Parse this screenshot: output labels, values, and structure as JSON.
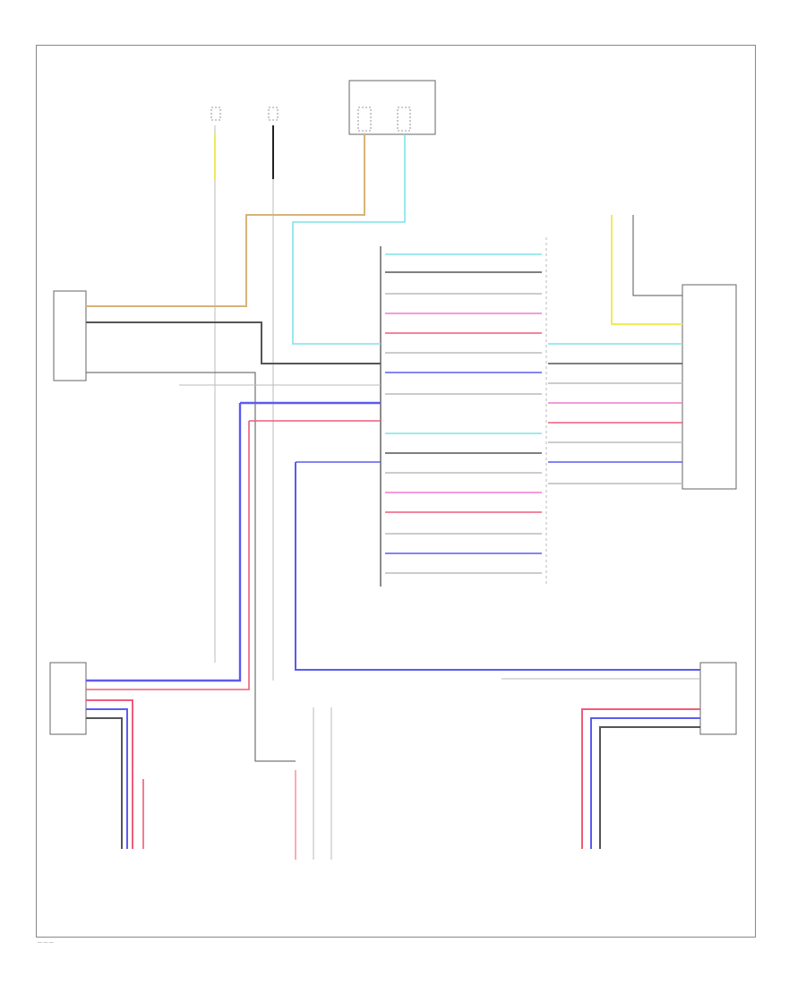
{
  "diagram": {
    "footer_code": "— — —",
    "blocks": {
      "left_connector": [
        "— — —",
        "— —",
        "— — —",
        "— —"
      ],
      "right_connector": [
        "— — —",
        "— —",
        "— — —"
      ],
      "left_sensor": [
        "— — —",
        "— — — —",
        "— — —",
        "— — —"
      ],
      "right_sensor": [
        "— — —",
        "— — — —",
        "— — —",
        "— — —"
      ],
      "ground_mid": [
        "— — —",
        "— — —"
      ],
      "ground_left": [
        "— — —",
        "— — —"
      ]
    },
    "top_fuses": [
      {
        "head": "— —",
        "label": [
          "— — —",
          "— —",
          "— —"
        ]
      },
      {
        "head": "— —",
        "label": [
          "— — —",
          "— —",
          "— —"
        ]
      },
      {
        "head": "— — —",
        "label": [
          "— —",
          "— —"
        ]
      }
    ],
    "wires": [
      {
        "id": "tan",
        "color": "#d8b27a"
      },
      {
        "id": "gray1",
        "color": "#555555"
      },
      {
        "id": "cyan",
        "color": "#7fe3ea"
      },
      {
        "id": "white",
        "color": "#bbbbbb"
      },
      {
        "id": "pink",
        "color": "#f07ad0"
      },
      {
        "id": "red",
        "color": "#f05b7a"
      },
      {
        "id": "blue",
        "color": "#5b5bf0"
      },
      {
        "id": "yellow",
        "color": "#f0ea5b"
      },
      {
        "id": "black",
        "color": "#222222"
      }
    ]
  }
}
